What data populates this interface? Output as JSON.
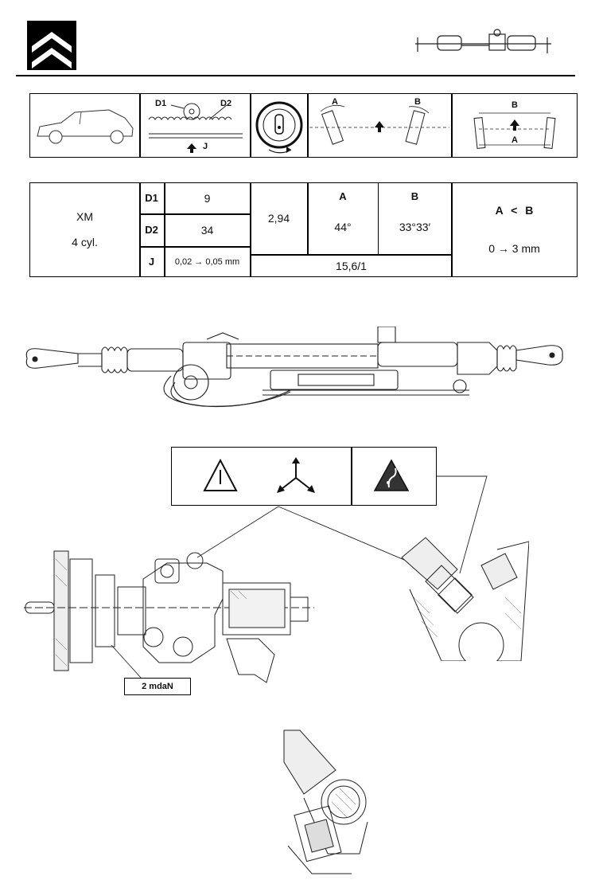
{
  "header": {
    "logo": "double-chevron-logo",
    "header_icon": "steering-rack-icon"
  },
  "pictogram_table": {
    "gear_labels": {
      "d1": "D1",
      "d2": "D2",
      "j": "J"
    },
    "angle_labels": {
      "a": "A",
      "b": "B"
    },
    "toe_labels": {
      "b": "B",
      "a": "A"
    }
  },
  "spec_table": {
    "model": "XM",
    "engine": "4 cyl.",
    "rows": [
      {
        "label": "D1",
        "value": "9"
      },
      {
        "label": "D2",
        "value": "34"
      },
      {
        "label": "J",
        "value": "0,02 → 0,05 mm"
      }
    ],
    "ratio": "2,94",
    "angle_a_label": "A",
    "angle_a_value": "44°",
    "angle_b_label": "B",
    "angle_b_value": "33°33′",
    "steering_ratio": "15,6/1",
    "toe_relation_a": "A",
    "toe_relation_sign": "<",
    "toe_relation_b": "B",
    "toe_range": "0 → 3 mm"
  },
  "warning_box": {
    "icons": [
      "warning-triangle-icon",
      "assembly-arrows-icon",
      "sealant-icon"
    ]
  },
  "torque_label": "2 mdaN"
}
